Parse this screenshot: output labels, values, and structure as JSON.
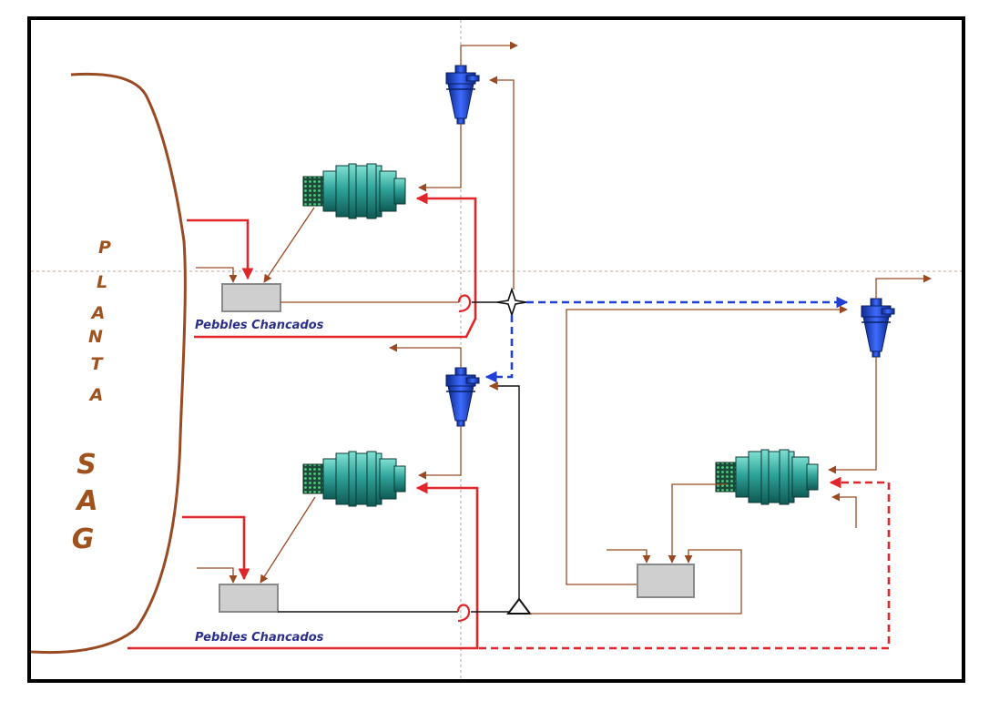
{
  "plant_label": {
    "word1": [
      "P",
      "L",
      "A",
      "N",
      "T",
      "A"
    ],
    "word2": [
      "S",
      "A",
      "G"
    ]
  },
  "circuits": [
    {
      "id": "upper",
      "pebbles_label": "Pebbles Chancados"
    },
    {
      "id": "lower",
      "pebbles_label": "Pebbles Chancados"
    }
  ],
  "colors": {
    "frame": "#000000",
    "sag_outline": "#9a4a22",
    "process_line": "#9a4a22",
    "feed_line": "#e0262a",
    "transfer_line": "#1f3fd6",
    "mill_body": "#2fa39a",
    "cyclone": "#1e3fb4",
    "pebble_box": "#cfcfcf",
    "label_text": "#2b2f8c"
  },
  "icons": [
    "ball-mill-icon",
    "hydrocyclone-icon",
    "pebbles-box-icon",
    "splitter-icon",
    "triangle-icon"
  ]
}
